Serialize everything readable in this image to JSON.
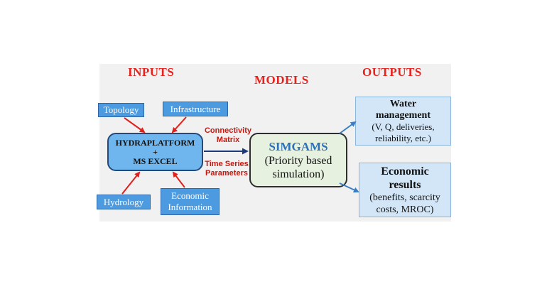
{
  "headings": {
    "inputs": "INPUTS",
    "models": "MODELS",
    "outputs": "OUTPUTS"
  },
  "inputs": {
    "topology": "Topology",
    "infrastructure": "Infrastructure",
    "hydrology": "Hydrology",
    "economic_line1": "Economic",
    "economic_line2": "Information"
  },
  "platform": {
    "line1": "HYDRAPLATFORM",
    "line2": "+",
    "line3": "MS EXCEL"
  },
  "links": {
    "connectivity_line1": "Connectivity",
    "connectivity_line2": "Matrix",
    "timeseries_line1": "Time Series",
    "timeseries_line2": "Parameters"
  },
  "model": {
    "title": "SIMGAMS",
    "line2": "(Priority based",
    "line3": "simulation)"
  },
  "outputs": {
    "water_title1": "Water",
    "water_title2": "management",
    "water_desc1": "(V, Q, deliveries,",
    "water_desc2": "reliability, etc.)",
    "econ_title1": "Economic",
    "econ_title2": "results",
    "econ_desc1": "(benefits, scarcity",
    "econ_desc2": "costs, MROC)"
  },
  "colors": {
    "heading_red": "#e8211d",
    "input_blue": "#4c9be0",
    "platform_blue": "#6fb6ee",
    "model_green": "#e6f2df",
    "output_blue": "#d2e6f7",
    "arrow_red": "#e0201c",
    "arrow_navy": "#1f3a7a"
  }
}
